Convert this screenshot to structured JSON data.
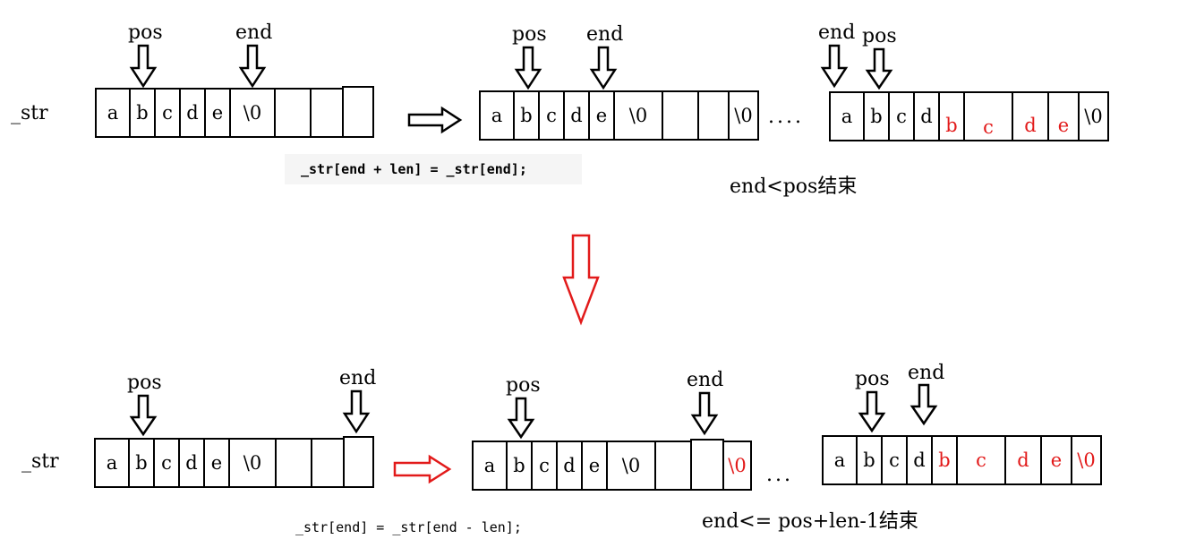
{
  "labels": {
    "str_top": "_str",
    "str_bottom": "_str",
    "pos": "pos",
    "end": "end",
    "ellipsis": "....",
    "ellipsis_bottom": "..."
  },
  "code": {
    "top": "_str[end + len] = _str[end];",
    "bottom": "_str[end] = _str[end - len];"
  },
  "conditions": {
    "top": "end<pos结束",
    "bottom": "end<= pos+len-1结束"
  },
  "colors": {
    "highlight": "#e21a1a",
    "code_bg": "#f5f5f5",
    "ink": "#000000"
  },
  "arrays": {
    "top_initial": [
      "a",
      "b",
      "c",
      "d",
      "e",
      "\\0",
      "",
      "",
      ""
    ],
    "top_step": [
      "a",
      "b",
      "c",
      "d",
      "e",
      "\\0",
      "",
      "",
      "\\0"
    ],
    "top_final": [
      "a",
      "b",
      "c",
      "d",
      "b",
      "c",
      "d",
      "e",
      "\\0"
    ],
    "bottom_initial": [
      "a",
      "b",
      "c",
      "d",
      "e",
      "\\0",
      "",
      "",
      ""
    ],
    "bottom_step": [
      "a",
      "b",
      "c",
      "d",
      "e",
      "\\0",
      "",
      "",
      "\\0"
    ],
    "bottom_final": [
      "a",
      "b",
      "c",
      "d",
      "b",
      "c",
      "d",
      "e",
      "\\0"
    ]
  }
}
